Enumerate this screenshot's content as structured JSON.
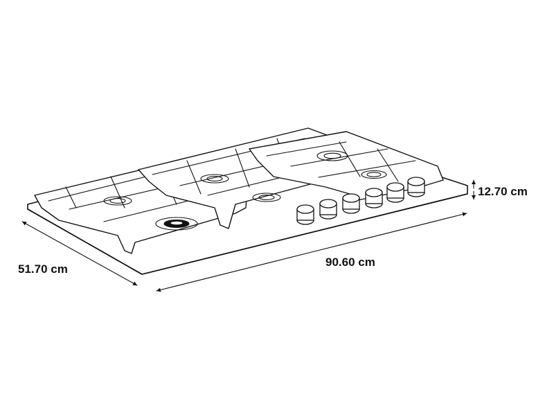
{
  "dimensions": {
    "height": "12.70 cm",
    "width": "90.60 cm",
    "depth": "51.70 cm"
  },
  "icons": {
    "burner": "burner-icon",
    "knob": "knob-icon",
    "arrow": "dimension-arrow-icon"
  }
}
